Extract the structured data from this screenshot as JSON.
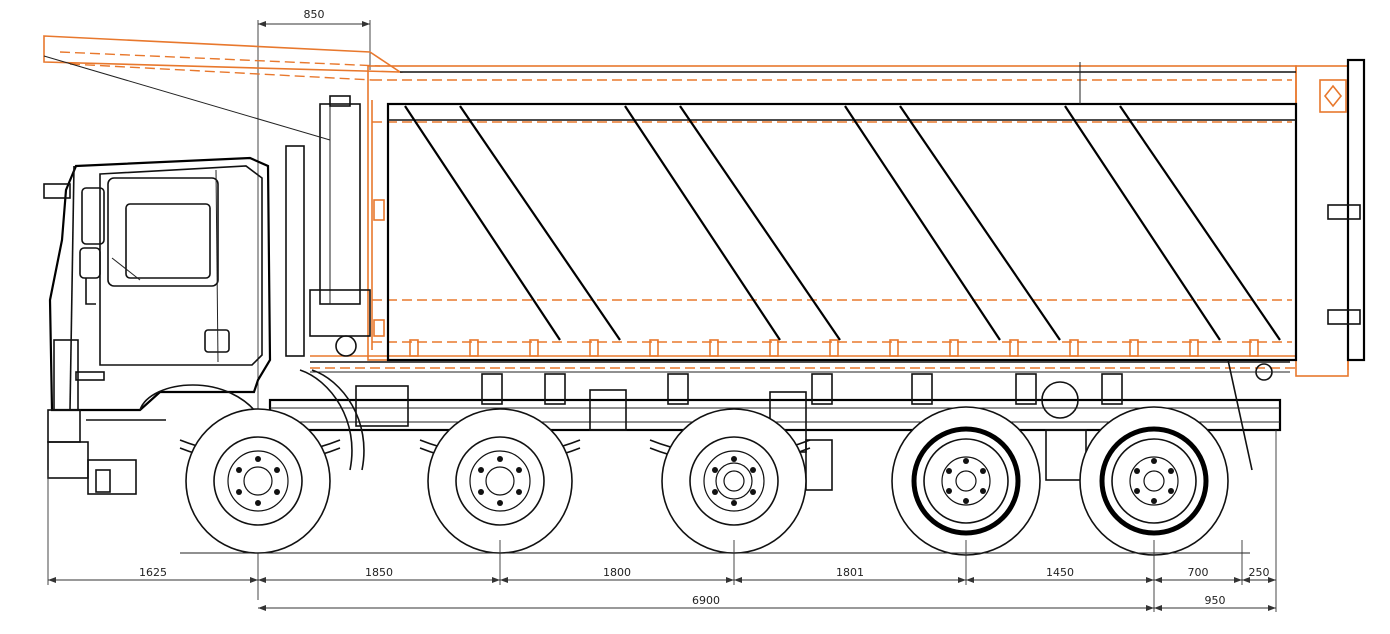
{
  "dimensions": {
    "top_overhang": "850",
    "row1": [
      "1625",
      "1850",
      "1800",
      "1801",
      "1450",
      "700",
      "250"
    ],
    "row2": [
      "6900",
      "950"
    ]
  },
  "colors": {
    "linework": "#111111",
    "tipped_body": "#e8782d",
    "background": "#ffffff"
  }
}
